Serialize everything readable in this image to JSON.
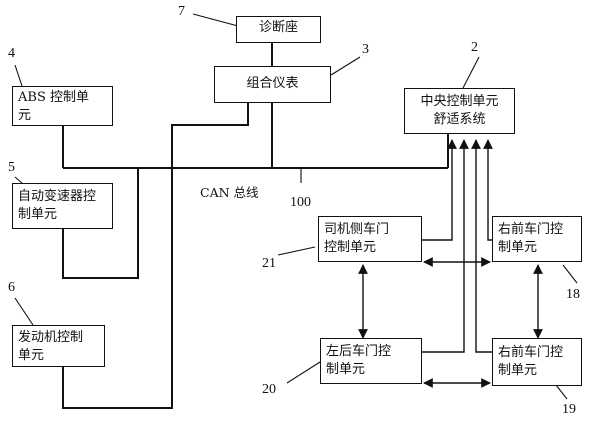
{
  "modules": {
    "diagnostic_port": {
      "line1": "诊断座",
      "ref": "7"
    },
    "instrument_cluster": {
      "line1": "组合仪表",
      "ref": "3"
    },
    "abs_unit": {
      "line1": "ABS  控制单",
      "line2": "元",
      "ref": "4"
    },
    "central_unit": {
      "line1": "中央控制单元",
      "line2": "舒适系统",
      "ref": "2"
    },
    "transmission_unit": {
      "line1": "自动变速器控",
      "line2": "制单元",
      "ref": "5"
    },
    "engine_unit": {
      "line1": "发动机控制",
      "line2": "单元",
      "ref": "6"
    },
    "driver_door_unit": {
      "line1": "司机侧车门",
      "line2": "控制单元",
      "ref": "21"
    },
    "front_right_door_unit": {
      "line1": "右前车门控",
      "line2": "制单元",
      "ref": "18"
    },
    "rear_left_door_unit": {
      "line1": "左后车门控",
      "line2": "制单元",
      "ref": "20"
    },
    "rear_right_door_unit": {
      "line1": "右前车门控",
      "line2": "制单元",
      "ref": "19"
    }
  },
  "bus": {
    "label": "CAN 总线",
    "ref": "100"
  }
}
